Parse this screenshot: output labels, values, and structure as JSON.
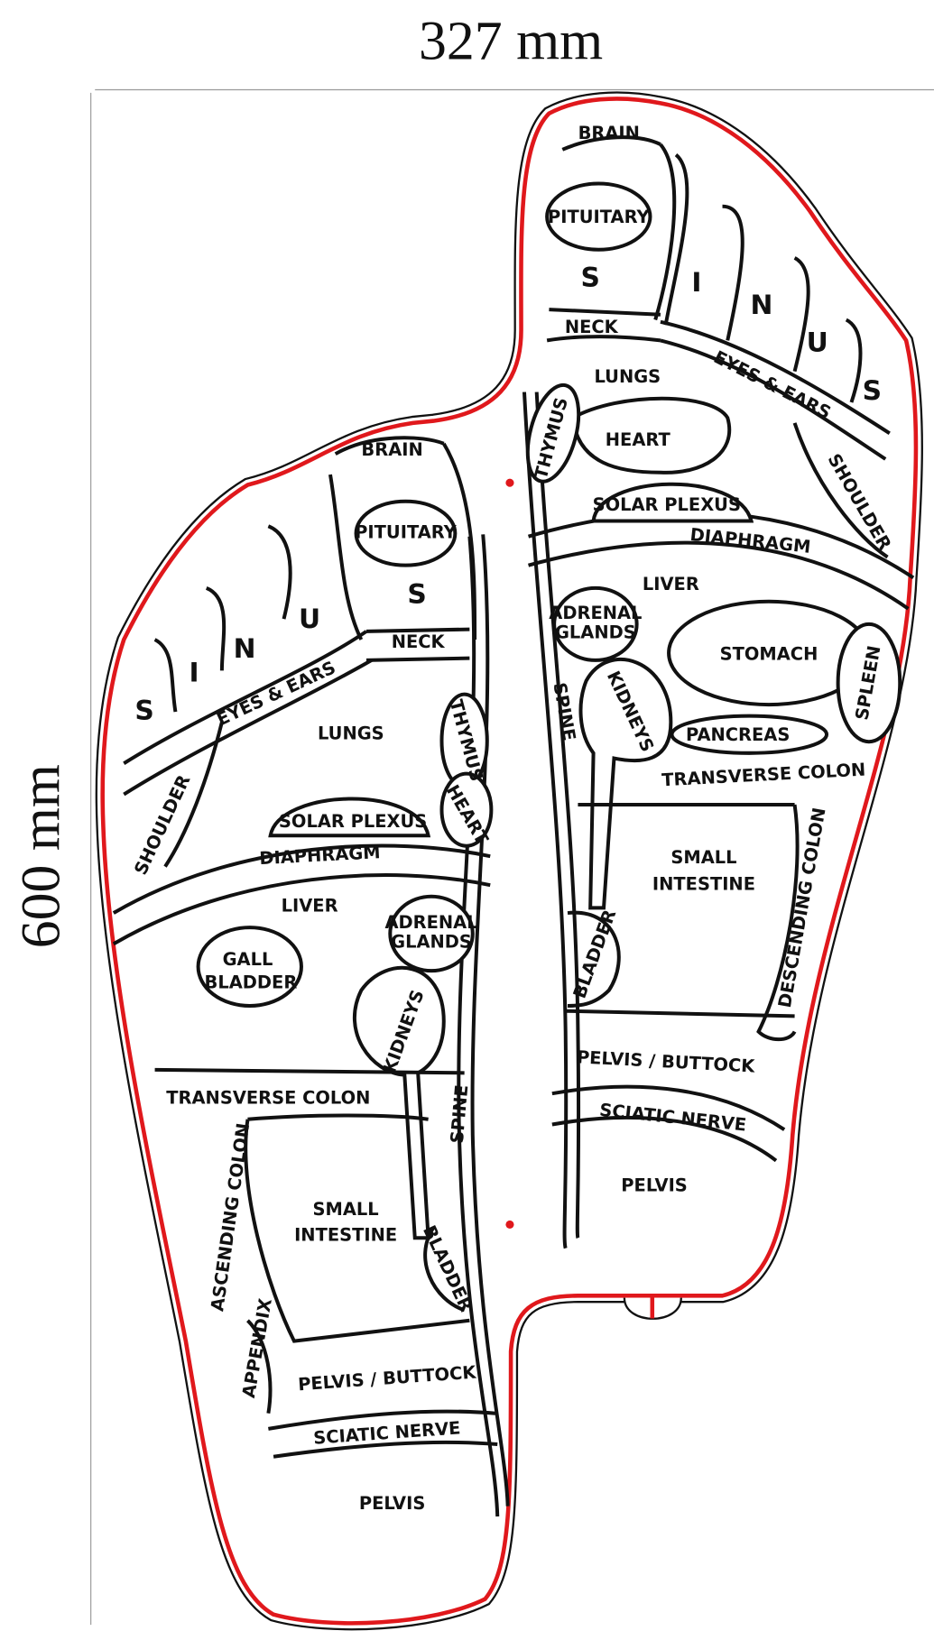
{
  "dimensions": {
    "width": "327 mm",
    "height": "600 mm"
  },
  "colors": {
    "outline": "#e0181c",
    "ink": "#111111"
  },
  "right_foot": {
    "brain": "BRAIN",
    "pituitary": "PITUITARY",
    "s1": "S",
    "i": "I",
    "n": "N",
    "u": "U",
    "s2": "S",
    "neck": "NECK",
    "lungs": "LUNGS",
    "eyes_ears": "EYES & EARS",
    "thymus": "THYMUS",
    "heart": "HEART",
    "solar_plexus": "SOLAR PLEXUS",
    "shoulder": "SHOULDER",
    "diaphragm": "DIAPHRAGM",
    "liver": "LIVER",
    "adrenal1": "ADRENAL",
    "adrenal2": "GLANDS",
    "stomach": "STOMACH",
    "spleen": "SPLEEN",
    "kidneys": "KIDNEYS",
    "spine": "SPINE",
    "pancreas": "PANCREAS",
    "transverse_colon": "TRANSVERSE COLON",
    "small_intestine1": "SMALL",
    "small_intestine2": "INTESTINE",
    "descending_colon": "DESCENDING COLON",
    "bladder": "BLADDER",
    "pelvis_buttock": "PELVIS / BUTTOCK",
    "sciatic_nerve": "SCIATIC NERVE",
    "pelvis": "PELVIS"
  },
  "left_foot": {
    "brain": "BRAIN",
    "pituitary": "PITUITARY",
    "s1": "S",
    "u": "U",
    "n": "N",
    "i": "I",
    "s2": "S",
    "neck": "NECK",
    "eyes_ears": "EYES & EARS",
    "lungs": "LUNGS",
    "thymus": "THYMUS",
    "heart": "HEART",
    "shoulder": "SHOULDER",
    "solar_plexus": "SOLAR PLEXUS",
    "diaphragm": "DIAPHRAGM",
    "liver": "LIVER",
    "gall1": "GALL",
    "gall2": "BLADDER",
    "adrenal1": "ADRENAL",
    "adrenal2": "GLANDS",
    "kidneys": "KIDNEYS",
    "transverse_colon": "TRANSVERSE COLON",
    "spine": "SPINE",
    "ascending_colon": "ASCENDING COLON",
    "small_intestine1": "SMALL",
    "small_intestine2": "INTESTINE",
    "bladder": "BLADDER",
    "appendix": "APPENDIX",
    "pelvis_buttock": "PELVIS / BUTTOCK",
    "sciatic_nerve": "SCIATIC NERVE",
    "pelvis": "PELVIS"
  }
}
